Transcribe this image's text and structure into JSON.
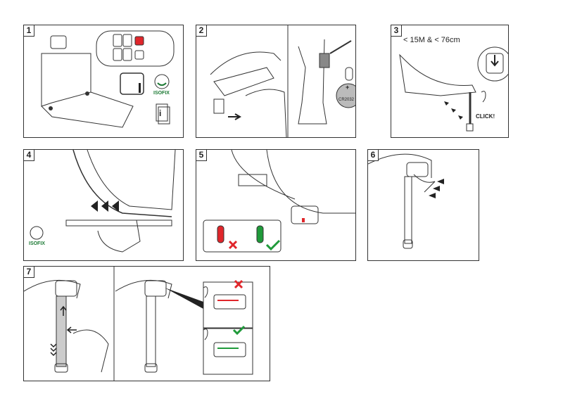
{
  "steps": [
    {
      "number": "1",
      "isofix_label": "ISOFIX",
      "info_icon": "i"
    },
    {
      "number": "2",
      "battery_label": "CR2032",
      "battery_polarity": "+"
    },
    {
      "number": "3",
      "condition": "< 15M & < 76cm",
      "click_label": "CLICK!"
    },
    {
      "number": "4",
      "isofix_label": "ISOFIX"
    },
    {
      "number": "5"
    },
    {
      "number": "6"
    },
    {
      "number": "7"
    }
  ],
  "colors": {
    "wrong": "#e0262b",
    "correct": "#1f9a3a",
    "indicator_red": "#e0262b",
    "indicator_green": "#1f9a3a"
  }
}
